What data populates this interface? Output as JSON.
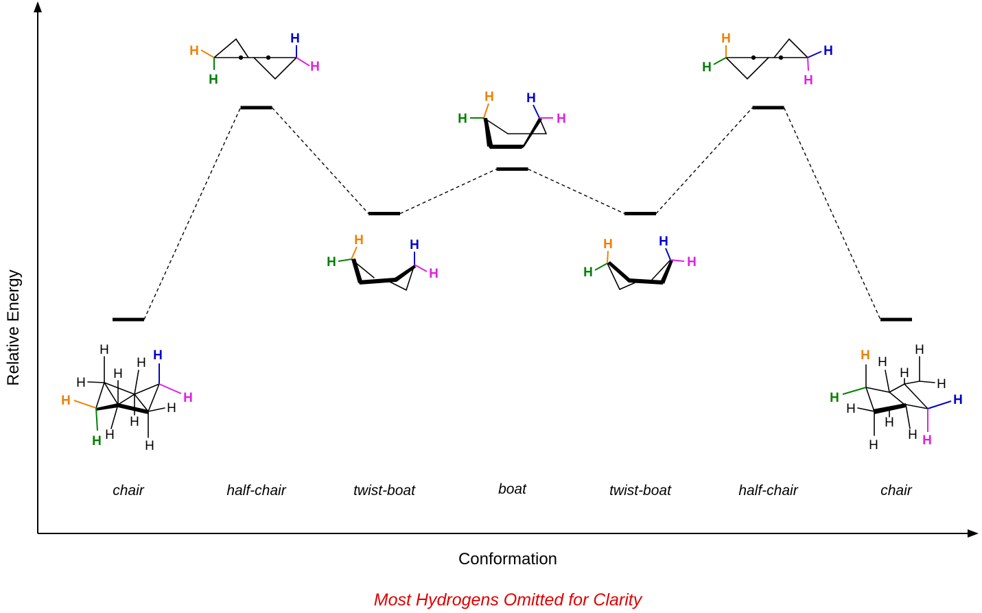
{
  "axes": {
    "x_title": "Conformation",
    "y_title": "Relative Energy"
  },
  "footnote": {
    "text": "Most Hydrogens Omitted for Clarity",
    "color": "#e00000"
  },
  "colors": {
    "orange": "#f08000",
    "green": "#008000",
    "blue": "#0000cc",
    "magenta": "#e020e0",
    "black": "#000000"
  },
  "atom_label": "H",
  "conformations": [
    {
      "id": "chair-1",
      "label": "chair",
      "energy": 0
    },
    {
      "id": "half-chair-1",
      "label": "half-chair",
      "energy": 1.0
    },
    {
      "id": "twist-boat-1",
      "label": "twist-boat",
      "energy": 0.5
    },
    {
      "id": "boat",
      "label": "boat",
      "energy": 0.71
    },
    {
      "id": "twist-boat-2",
      "label": "twist-boat",
      "energy": 0.5
    },
    {
      "id": "half-chair-2",
      "label": "half-chair",
      "energy": 1.0
    },
    {
      "id": "chair-2",
      "label": "chair",
      "energy": 0
    }
  ]
}
